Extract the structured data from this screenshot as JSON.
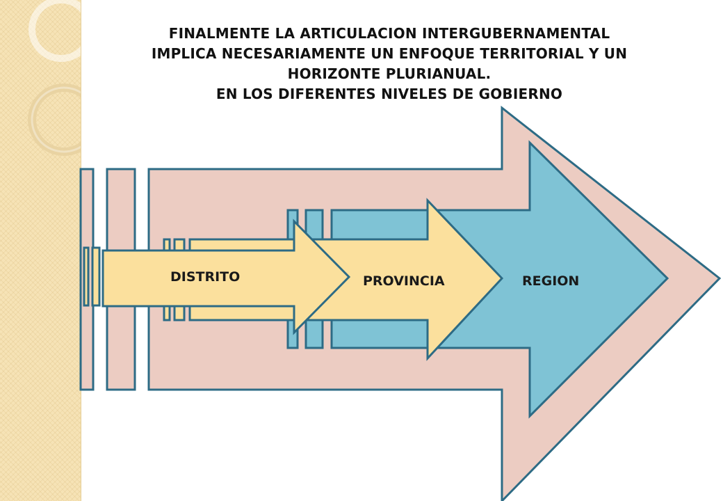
{
  "title": {
    "line1": "FINALMENTE LA  ARTICULACION INTERGUBERNAMENTAL",
    "line2": "IMPLICA NECESARIAMENTE UN ENFOQUE  TERRITORIAL Y UN",
    "line3": "HORIZONTE PLURIANUAL.",
    "line4": "EN LOS DIFERENTES NIVELES DE GOBIERNO"
  },
  "arrows": {
    "outer": {
      "fill": "#ecccc2"
    },
    "region": {
      "label": "REGION",
      "fill": "#7fc3d5"
    },
    "provincia": {
      "label": "PROVINCIA",
      "fill": "#fbe09d"
    },
    "distrito": {
      "label": "DISTRITO",
      "fill": "#fbe09d"
    }
  },
  "stroke_color": "#2d6b85",
  "sidebar_color": "#f6e3b6"
}
